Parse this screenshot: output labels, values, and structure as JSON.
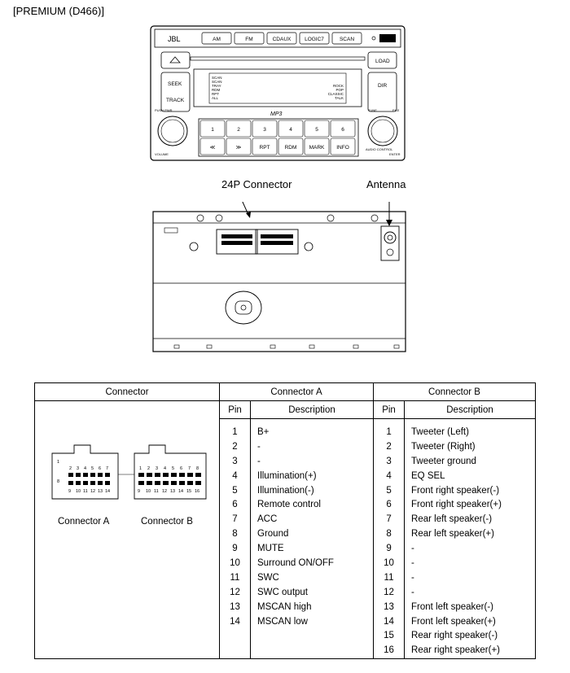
{
  "title": "[PREMIUM (D466)]",
  "radio": {
    "brand": "JBL",
    "buttons": [
      "AM",
      "FM",
      "CDAUX",
      "LOGIC7",
      "SCAN"
    ],
    "left_buttons": [
      "SEEK",
      "TRACK"
    ],
    "right_buttons": [
      "LOAD",
      "DIR"
    ],
    "presets": [
      "1",
      "2",
      "3",
      "4",
      "5",
      "6"
    ],
    "bottom_buttons": [
      "≪",
      "≫",
      "RPT",
      "RDM",
      "MARK",
      "INFO"
    ],
    "mp3": "MP3",
    "push_pwr": "PUSH PWR",
    "volume": "VOLUME",
    "tune": "TUNE",
    "file": "FILE",
    "audio_control": "AUDIO CONTROL",
    "enter": "ENTER",
    "display_left": [
      "SCAN",
      "SCAN",
      "TRAY",
      "RDM",
      "RPT",
      "ALL"
    ],
    "display_right": [
      "ROCK",
      "POP",
      "CLASSIC",
      "TALK"
    ]
  },
  "labels": {
    "connector_24p": "24P Connector",
    "antenna": "Antenna"
  },
  "table": {
    "header_connector": "Connector",
    "header_a": "Connector A",
    "header_b": "Connector B",
    "pin_label": "Pin",
    "desc_label": "Description",
    "label_conn_a": "Connector A",
    "label_conn_b": "Connector B",
    "connector_a": [
      {
        "pin": "1",
        "desc": "B+"
      },
      {
        "pin": "2",
        "desc": "-"
      },
      {
        "pin": "3",
        "desc": "-"
      },
      {
        "pin": "4",
        "desc": "Illumination(+)"
      },
      {
        "pin": "5",
        "desc": "Illumination(-)"
      },
      {
        "pin": "6",
        "desc": "Remote control"
      },
      {
        "pin": "7",
        "desc": "ACC"
      },
      {
        "pin": "8",
        "desc": "Ground"
      },
      {
        "pin": "9",
        "desc": "MUTE"
      },
      {
        "pin": "10",
        "desc": "Surround ON/OFF"
      },
      {
        "pin": "11",
        "desc": "SWC"
      },
      {
        "pin": "12",
        "desc": "SWC output"
      },
      {
        "pin": "13",
        "desc": "MSCAN high"
      },
      {
        "pin": "14",
        "desc": "MSCAN  low"
      }
    ],
    "connector_b": [
      {
        "pin": "1",
        "desc": "Tweeter (Left)"
      },
      {
        "pin": "2",
        "desc": "Tweeter (Right)"
      },
      {
        "pin": "3",
        "desc": "Tweeter ground"
      },
      {
        "pin": "4",
        "desc": "EQ SEL"
      },
      {
        "pin": "5",
        "desc": "Front right speaker(-)"
      },
      {
        "pin": "6",
        "desc": "Front right speaker(+)"
      },
      {
        "pin": "7",
        "desc": "Rear left speaker(-)"
      },
      {
        "pin": "8",
        "desc": "Rear left speaker(+)"
      },
      {
        "pin": "9",
        "desc": "-"
      },
      {
        "pin": "10",
        "desc": "-"
      },
      {
        "pin": "11",
        "desc": "-"
      },
      {
        "pin": "12",
        "desc": "-"
      },
      {
        "pin": "13",
        "desc": "Front left speaker(-)"
      },
      {
        "pin": "14",
        "desc": "Front left speaker(+)"
      },
      {
        "pin": "15",
        "desc": "Rear right speaker(-)"
      },
      {
        "pin": "16",
        "desc": "Rear right speaker(+)"
      }
    ],
    "pins_a_top": [
      "2",
      "3",
      "4",
      "5",
      "6",
      "7"
    ],
    "pins_a_bottom": [
      "9",
      "10",
      "11",
      "12",
      "13",
      "14"
    ],
    "pins_a_side": [
      "1",
      "8"
    ],
    "pins_b_top": [
      "1",
      "2",
      "3",
      "4",
      "5",
      "6",
      "7",
      "8"
    ],
    "pins_b_bottom": [
      "9",
      "10",
      "11",
      "12",
      "13",
      "14",
      "15",
      "16"
    ]
  }
}
